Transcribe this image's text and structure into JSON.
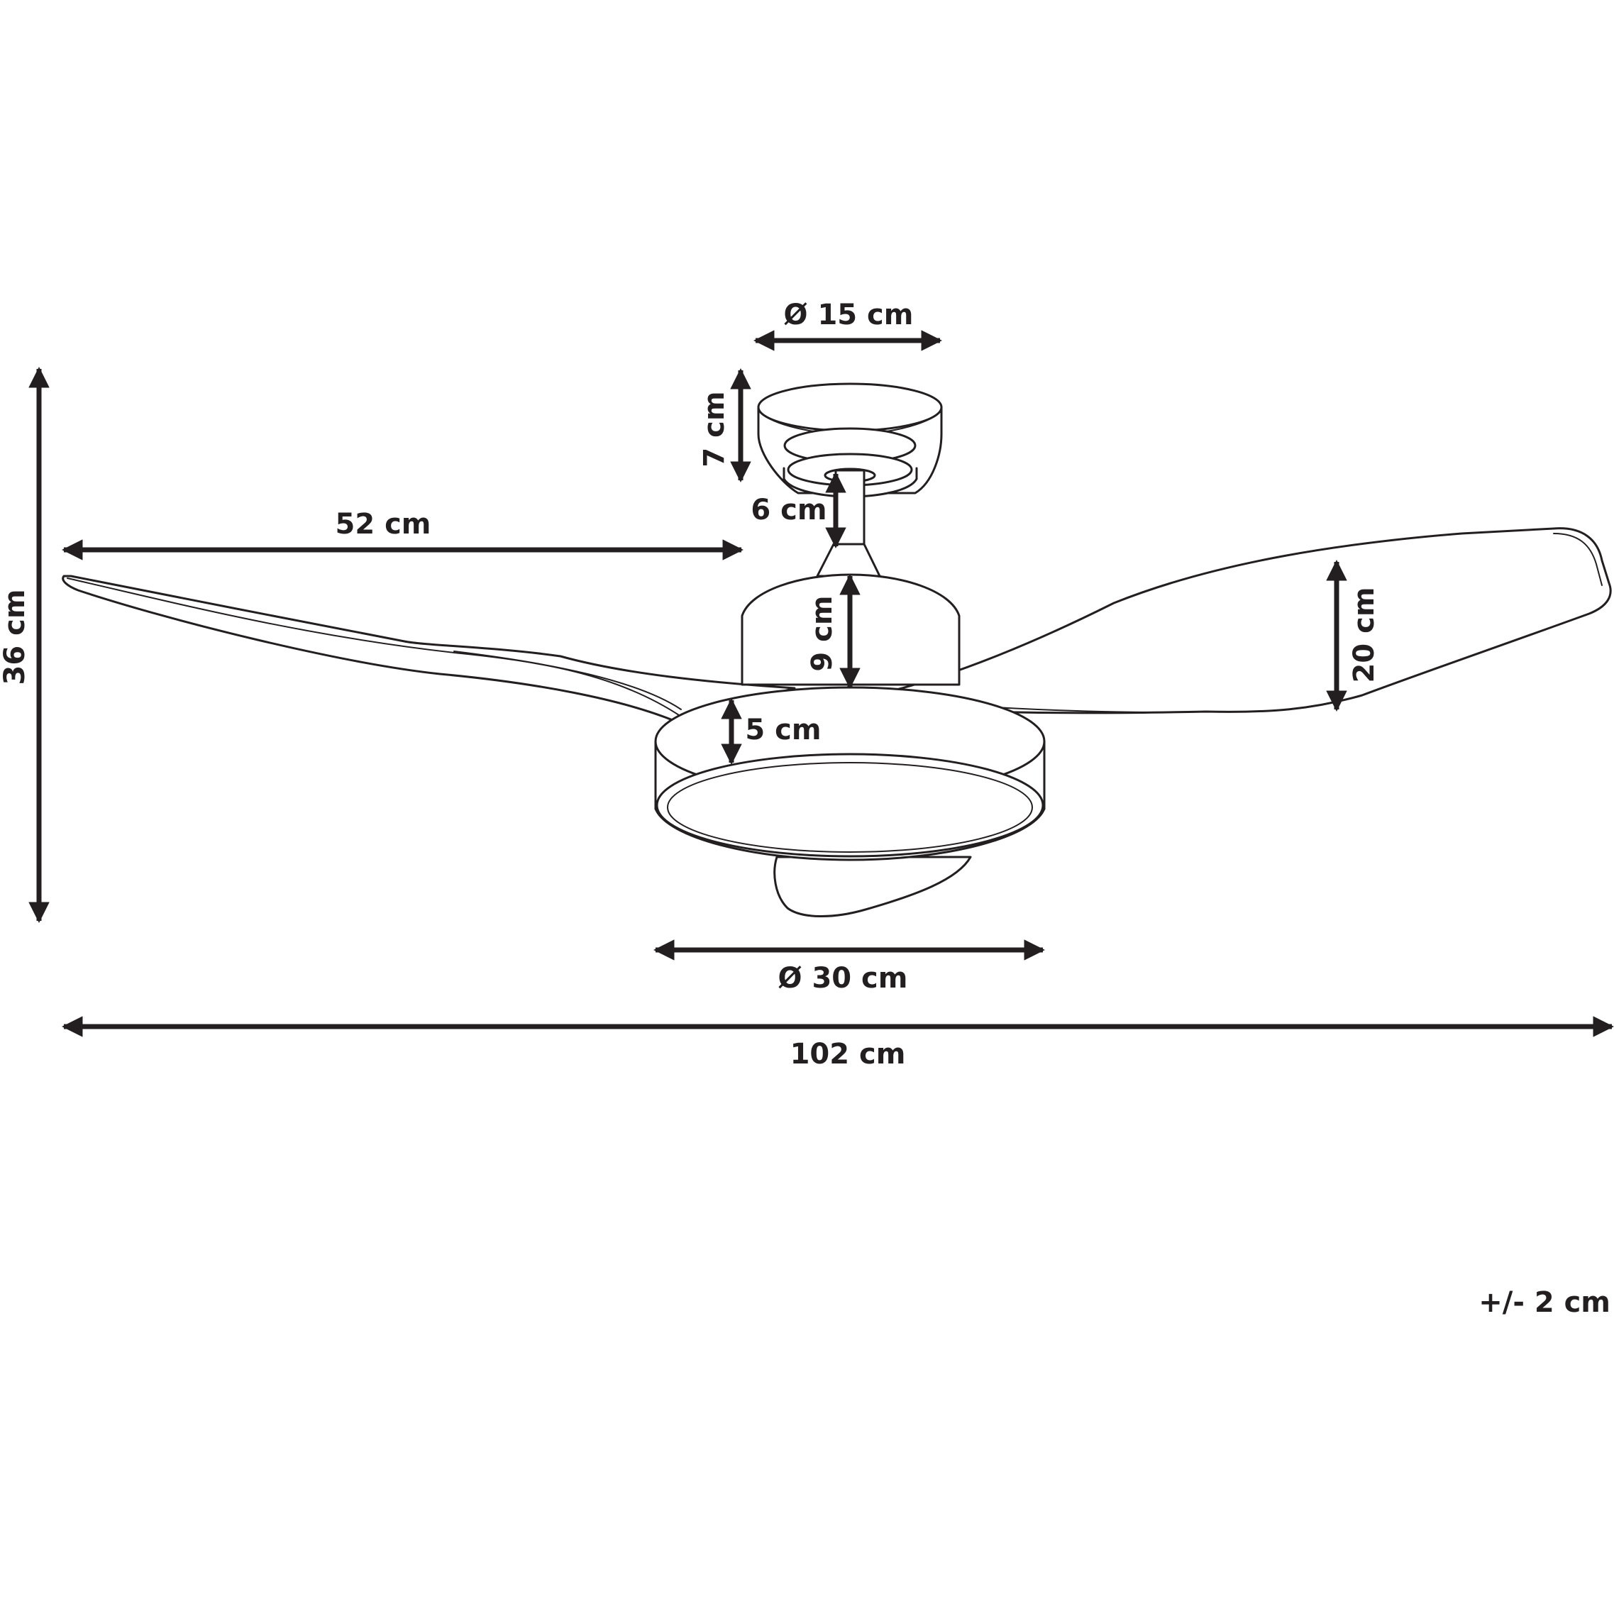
{
  "labels": {
    "overall_height": "36 cm",
    "blade_length": "52 cm",
    "canopy_diameter": "Ø 15 cm",
    "canopy_height": "7 cm",
    "downrod_length": "6 cm",
    "motor_height": "9 cm",
    "light_height": "5 cm",
    "blade_width": "20 cm",
    "light_diameter": "Ø 30 cm",
    "overall_width": "102 cm",
    "tolerance": "+/- 2 cm"
  },
  "colors": {
    "line": "#231f20",
    "background": "#ffffff"
  }
}
